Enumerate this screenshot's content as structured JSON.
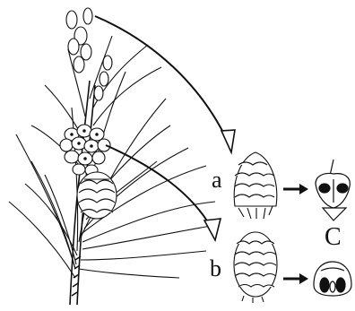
{
  "labels": {
    "a": "a",
    "b": "b",
    "c": "C"
  },
  "colors": {
    "ink": "#111111",
    "background": "#ffffff"
  }
}
